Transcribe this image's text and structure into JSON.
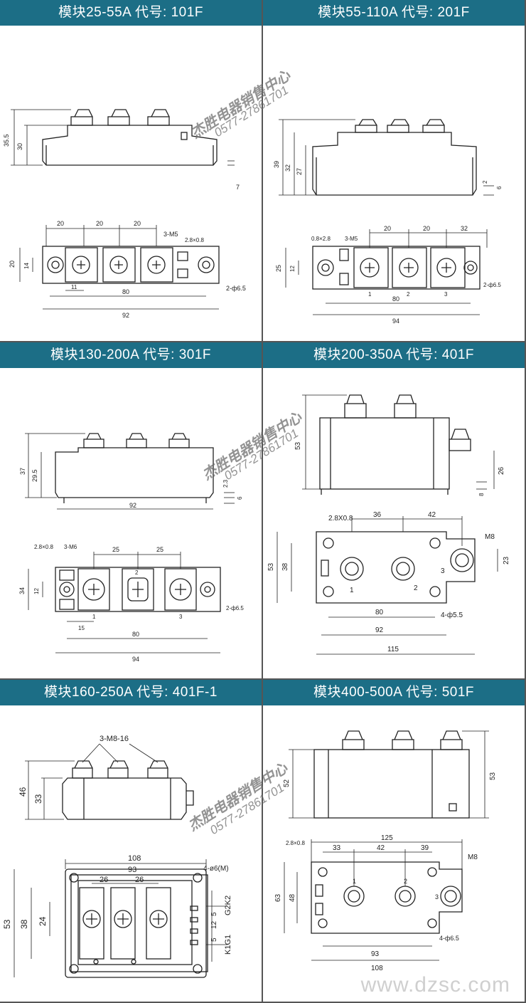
{
  "panels": [
    {
      "title": "模块25-55A  代号:  101F",
      "dims": {
        "h1": "35.5",
        "h2": "30",
        "h3": "7",
        "w1": "20",
        "w2": "20",
        "w3": "20",
        "screw": "3-M5",
        "tab": "2.8×0.8",
        "v1": "20",
        "v2": "14",
        "s": "11",
        "b1": "80",
        "b2": "92",
        "hole": "2-ф6.5"
      }
    },
    {
      "title": "模块55-110A  代号:  201F",
      "dims": {
        "h1": "39",
        "h2": "32",
        "h3": "27",
        "h4": "2",
        "h5": "6",
        "tab": "0.8×2.8",
        "screw": "3-M5",
        "w1": "20",
        "w2": "20",
        "w3": "32",
        "v1": "25",
        "v2": "12",
        "n1": "1",
        "n2": "2",
        "n3": "3",
        "b1": "80",
        "b2": "94",
        "hole": "2-ф6.5"
      }
    },
    {
      "title": "模块130-200A  代号:  301F",
      "dims": {
        "h1": "37",
        "h2": "29.5",
        "h3": "2.3",
        "h4": "6",
        "top": "92",
        "tab": "2.8×0.8",
        "screw": "3-M6",
        "w1": "25",
        "w2": "25",
        "v1": "34",
        "v2": "12",
        "n1": "1",
        "n2": "2",
        "n3": "3",
        "s": "15",
        "b1": "80",
        "b2": "94",
        "hole": "2-ф6.5"
      }
    },
    {
      "title": "模块200-350A  代号:  401F",
      "dims": {
        "h1": "53",
        "h2": "26",
        "h3": "8",
        "tab": "2.8X0.8",
        "w1": "36",
        "w2": "42",
        "screw": "M8",
        "v1": "53",
        "v2": "38",
        "v3": "23",
        "n1": "1",
        "n2": "2",
        "n3": "3",
        "hole": "4-ф5.5",
        "b1": "80",
        "b2": "92",
        "b3": "115"
      }
    },
    {
      "title": "模块160-250A  代号:  401F-1",
      "dims": {
        "screw": "3-M8-16",
        "h1": "46",
        "h2": "33",
        "w0": "108",
        "w1": "93",
        "w2": "26",
        "w3": "26",
        "hole": "4-ø6(M)",
        "v1": "53",
        "v2": "38",
        "v3": "24",
        "t1": "5",
        "t2": "12",
        "t3": "5",
        "k1": "K1G1",
        "k2": "G2K2"
      }
    },
    {
      "title": "模块400-500A  代号:  501F",
      "dims": {
        "h1": "52",
        "h2": "53",
        "tab": "2.8×0.8",
        "w0": "125",
        "w1": "33",
        "w2": "42",
        "w3": "39",
        "screw": "M8",
        "v1": "63",
        "v2": "48",
        "n1": "1",
        "n2": "2",
        "n3": "3",
        "hole": "4-ф6.5",
        "b1": "93",
        "b2": "108"
      }
    }
  ],
  "watermark": {
    "line1": "杰胜电器销售中心",
    "line2": "0577-27861701"
  },
  "site": "www.dzsc.com"
}
